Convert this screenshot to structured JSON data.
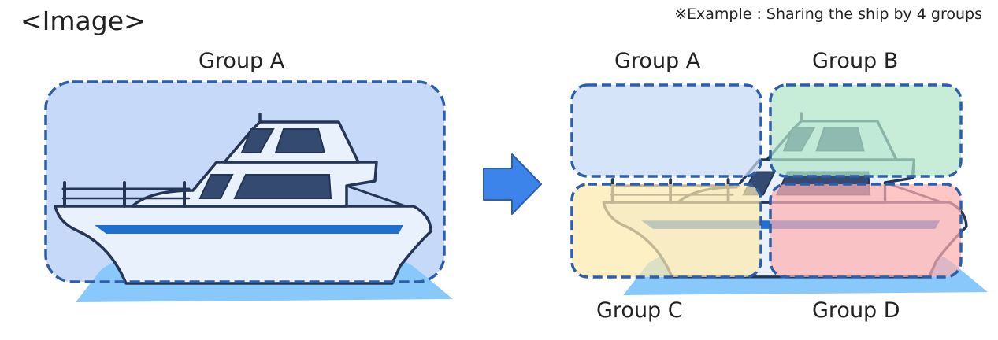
{
  "heading": "<Image>",
  "example_note": "※Example : Sharing the ship by 4 groups",
  "left_panel": {
    "group_label": "Group A"
  },
  "right_panel": {
    "groups": [
      {
        "label": "Group A",
        "color": "#c6d9f8"
      },
      {
        "label": "Group B",
        "color": "#b1e6c9"
      },
      {
        "label": "Group C",
        "color": "#feeaaf"
      },
      {
        "label": "Group D",
        "color": "#ffb0b0"
      }
    ]
  },
  "colors": {
    "box_dash": "#2f5ea8",
    "arrow": "#3c84ea",
    "hull": "#e9f1fc",
    "outline": "#253555",
    "window": "#344a70",
    "water": "#88c8fb",
    "stripe": "#1f6fd1"
  },
  "icons": [
    "ship-illustration",
    "right-arrow-icon"
  ]
}
